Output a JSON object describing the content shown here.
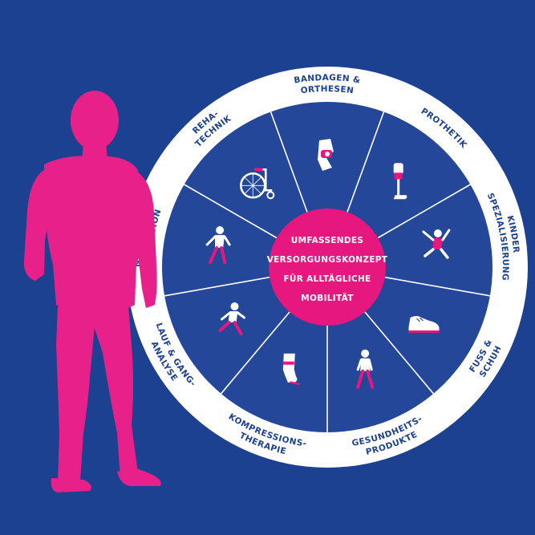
{
  "center": {
    "lines": [
      "UMFASSENDES",
      "VERSORGUNGSKONZEPT",
      "FÜR ALLTÄGLICHE",
      "MOBILITÄT"
    ]
  },
  "segments": [
    {
      "id": "bandagen",
      "label_lines": [
        "BANDAGEN &",
        "ORTHESEN"
      ],
      "icon": "knee-brace-icon"
    },
    {
      "id": "prothetik",
      "label_lines": [
        "PROTHETIK"
      ],
      "icon": "leg-prosthesis-icon"
    },
    {
      "id": "kinder",
      "label_lines": [
        "KINDER",
        "SPEZIALISIERUNG"
      ],
      "icon": "jumping-child-icon"
    },
    {
      "id": "fuss",
      "label_lines": [
        "FUSS &",
        "SCHUH"
      ],
      "icon": "running-shoe-icon"
    },
    {
      "id": "gesundheit",
      "label_lines": [
        "GESUNDHEITS-",
        "PRODUKTE"
      ],
      "icon": "walking-person-icon"
    },
    {
      "id": "kompression",
      "label_lines": [
        "KOMPRESSIONS-",
        "THERAPIE"
      ],
      "icon": "compression-stocking-icon"
    },
    {
      "id": "lauf",
      "label_lines": [
        "LAUF & GANG-",
        "ANALYSE"
      ],
      "icon": "runner-icon"
    },
    {
      "id": "neuro",
      "label_lines": [
        "NEUROREHA-",
        "BILITATION"
      ],
      "icon": "rehab-person-icon"
    },
    {
      "id": "reha",
      "label_lines": [
        "REHA-",
        "TECHNIK"
      ],
      "icon": "wheelchair-icon"
    }
  ],
  "colors": {
    "background": "#1d4191",
    "wheel_inner": "#24479a",
    "ring": "#ffffff",
    "accent": "#e6177e",
    "figure": "#e8208a",
    "label_text": "#1d4191",
    "icon_white": "#ffffff"
  }
}
